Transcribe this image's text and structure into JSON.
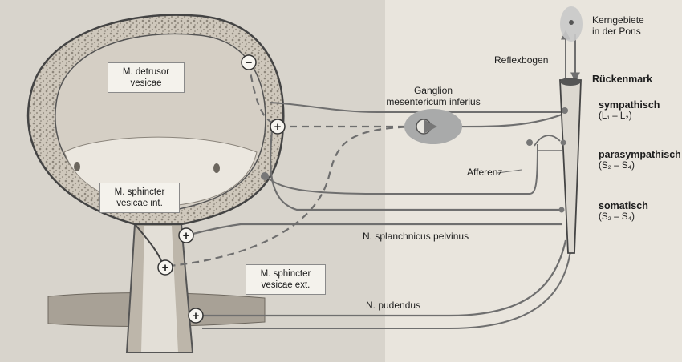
{
  "labels": {
    "kerngebiete_line1": "Kerngebiete",
    "kerngebiete_line2": "in der Pons",
    "reflexbogen": "Reflexbogen",
    "rueckenmark": "Rückenmark",
    "sympathisch": "sympathisch",
    "sympathisch_segments": "(L₁ – L₂)",
    "parasympathisch": "parasympathisch",
    "parasympathisch_segments": "(S₂ – S₄)",
    "somatisch": "somatisch",
    "somatisch_segments": "(S₂ – S₄)",
    "ganglion_line1": "Ganglion",
    "ganglion_line2": "mesentericum inferius",
    "afferenz": "Afferenz",
    "n_splanchnicus": "N. splanchnicus pelvinus",
    "n_pudendus": "N. pudendus",
    "detrusor_line1": "M. detrusor",
    "detrusor_line2": "vesicae",
    "sphincter_int_line1": "M. sphincter",
    "sphincter_int_line2": "vesicae int.",
    "sphincter_ext_line1": "M. sphincter",
    "sphincter_ext_line2": "vesicae ext."
  },
  "symbols": {
    "minus": "−",
    "plus": "+"
  },
  "colors": {
    "nerve": "#6f6f6f",
    "bladder_wall": "#c9c2b6",
    "bladder_lumen": "#d9d4cb",
    "ganglion_halo": "#a9aaaa",
    "muscle": "#9d968c"
  }
}
